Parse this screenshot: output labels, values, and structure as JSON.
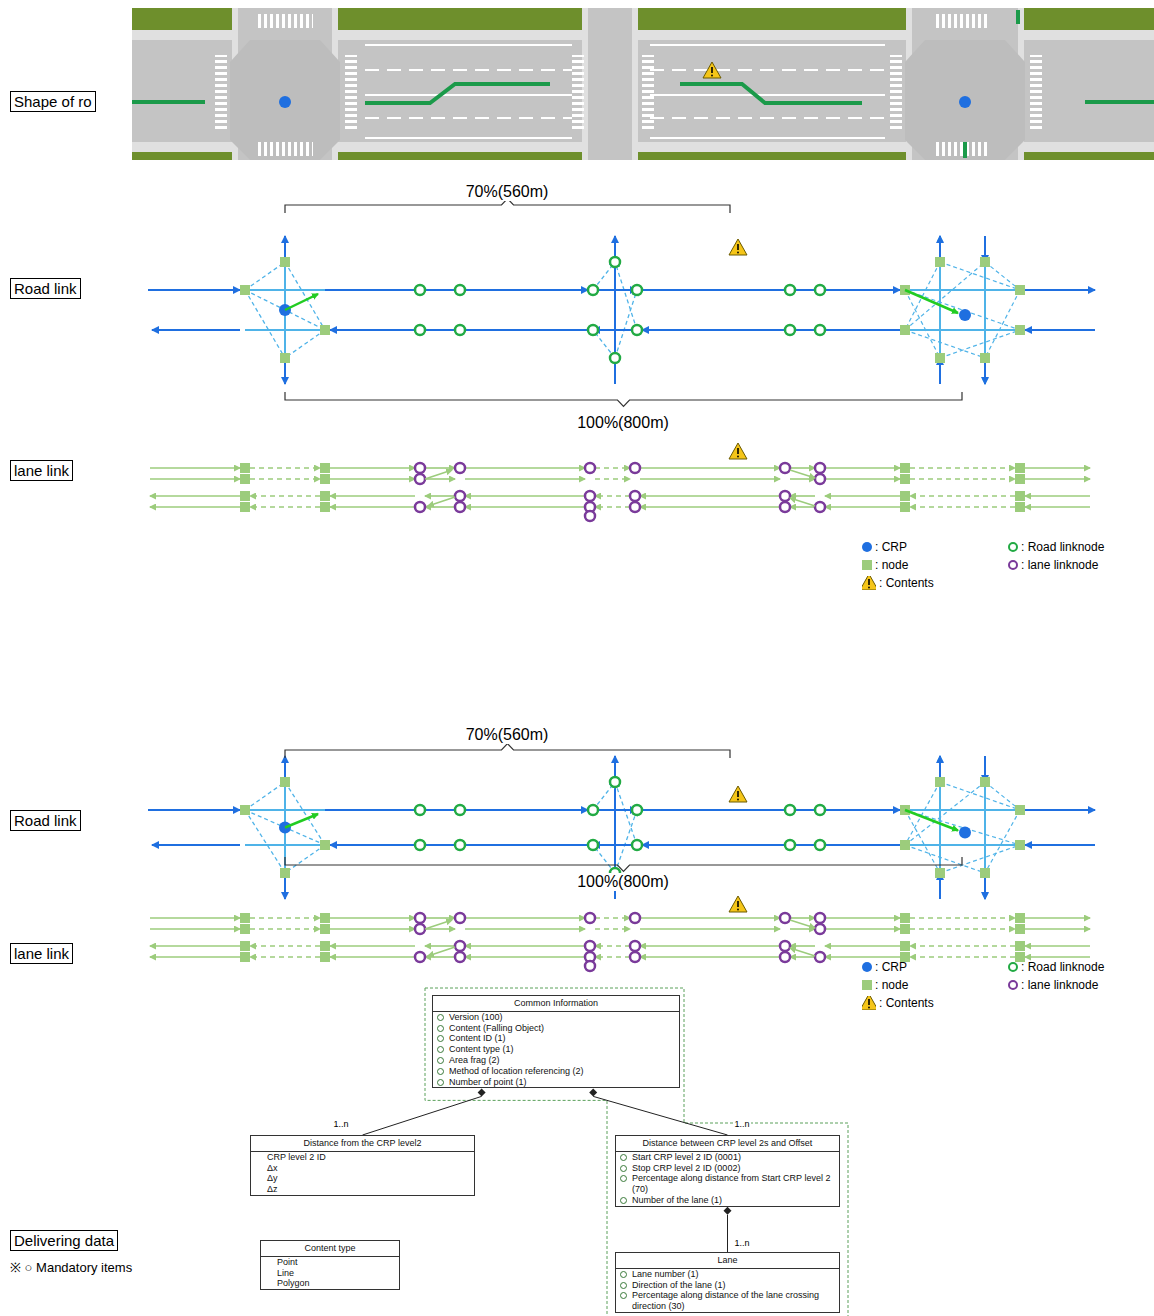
{
  "diagram": {
    "nodes": [
      {
        "text": [
          "Shape of ro"
        ]
      },
      {
        "text": [
          "Road link"
        ]
      },
      {
        "text": [
          "lane link"
        ]
      },
      {
        "text": [
          "Road link"
        ]
      },
      {
        "text": [
          "lane link"
        ]
      },
      {
        "text": [
          "Common Information",
          "Version (100)",
          "Content (Falling Object)",
          "Content ID (1)",
          "Content type (1)",
          "Area frag (2)",
          "Method of location referencing (2)",
          "Number of point (1)"
        ]
      },
      {
        "text": [
          "Distance from the CRP level2",
          "CRP level 2 ID",
          "Δx",
          "Δy",
          "Δz"
        ]
      },
      {
        "text": [
          "Distance between CRP level 2s and Offset",
          "Start CRP level 2 ID (0001)",
          "Stop CRP level 2 ID (0002)",
          "Percentage along distance from Start CRP level 2 (70)",
          "Number of the lane (1)"
        ]
      },
      {
        "text": [
          "Lane",
          "Lane number (1)",
          "Direction of the lane (1)",
          "Percentage along distance of the lane crossing direction (30)"
        ]
      },
      {
        "text": [
          "Content type",
          "Point",
          "Line",
          "Polygon"
        ]
      },
      {
        "text": [
          "Delivering data"
        ]
      }
    ],
    "edges": [
      {
        "from": 5,
        "to": 6,
        "arrow": "none",
        "label": "1..n"
      },
      {
        "from": 5,
        "to": 7,
        "arrow": "none",
        "label": "1..n"
      },
      {
        "from": 7,
        "to": 8,
        "arrow": "none",
        "label": "1..n"
      }
    ],
    "labels": [
      "70%(560m)",
      "100%(800m)",
      "70%(560m)",
      "100%(800m)",
      "※ ○ Mandatory items"
    ],
    "legend": [
      {
        "text": ": CRP",
        "color": "#1f6fe0"
      },
      {
        "text": ": node",
        "color": "#9ccc7c"
      },
      {
        "text": ": Road linknode"
      },
      {
        "text": ": lane linknode"
      },
      {
        "text": ": Contents"
      },
      {
        "text": ": CRP",
        "color": "#1f6fe0"
      },
      {
        "text": ": node",
        "color": "#9ccc7c"
      },
      {
        "text": ": Road linknode"
      },
      {
        "text": ": lane linknode"
      },
      {
        "text": ": Contents"
      }
    ]
  }
}
